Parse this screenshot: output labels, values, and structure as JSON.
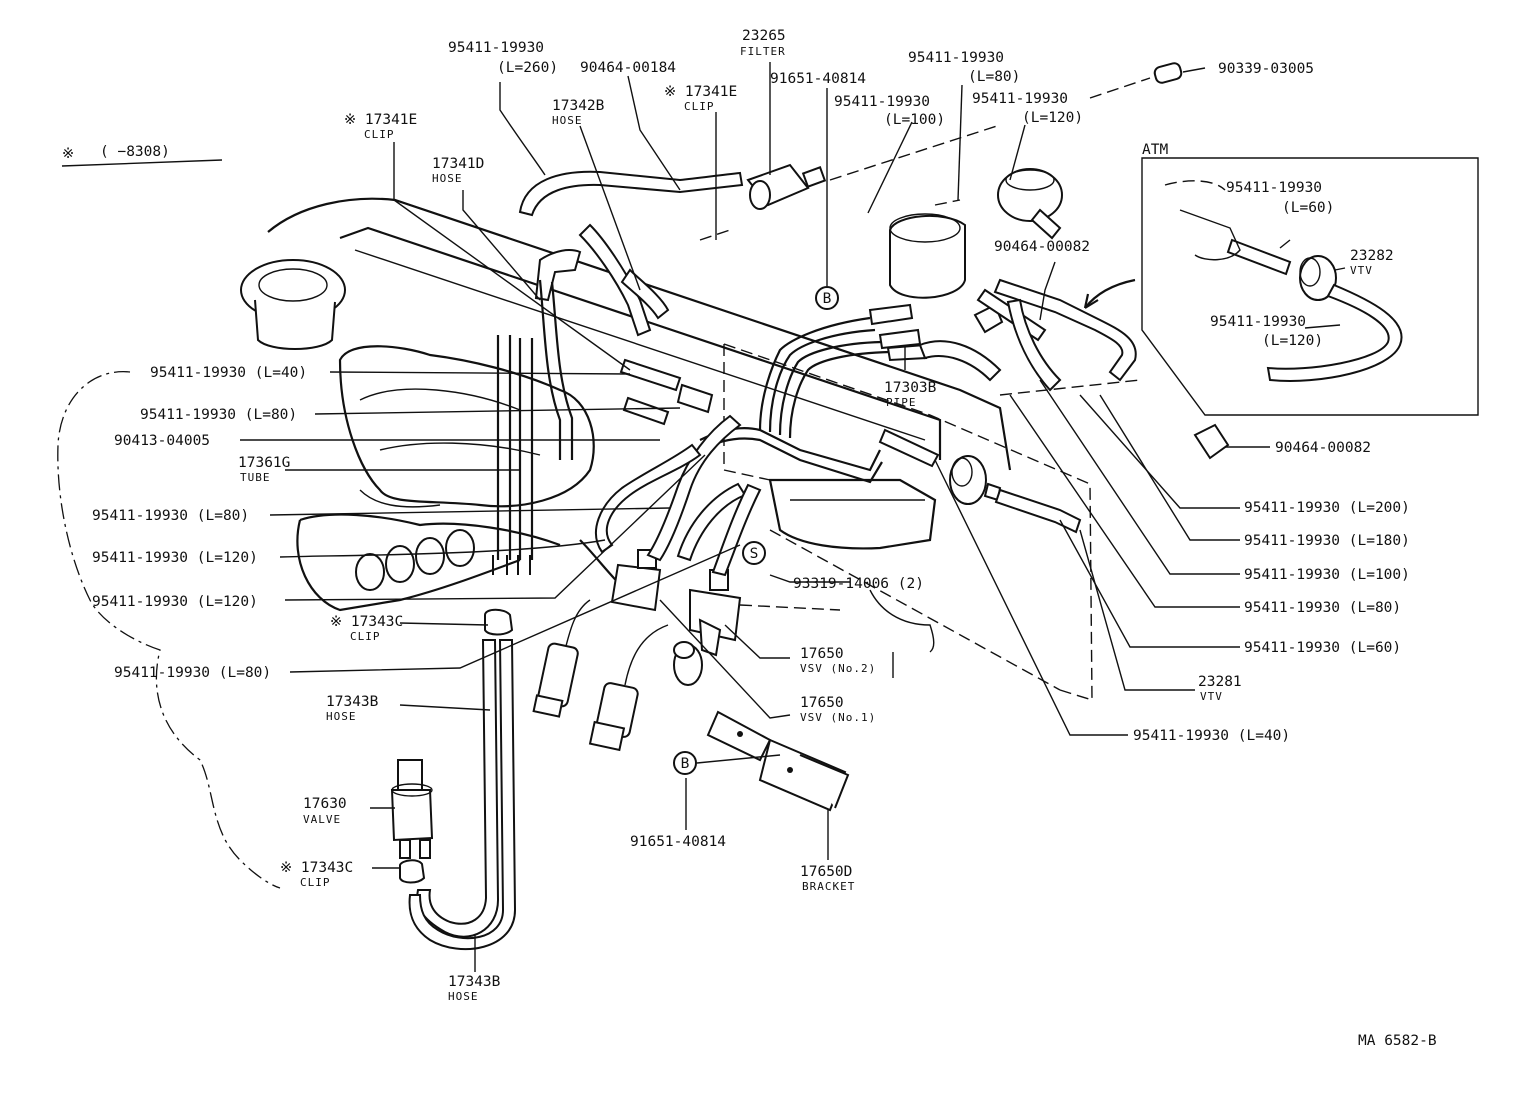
{
  "diagram": {
    "header": {
      "mark": "※",
      "text": "(      −8308)"
    },
    "footer_code": "MA 6582-B",
    "atm_inset": {
      "title": "ATM"
    },
    "circle_b": "B",
    "circle_s": "S",
    "labels": {
      "l01_num": "95411-19930",
      "l01_len": "(L=260)",
      "l02_num": "23265",
      "l02_sub": "FILTER",
      "l03_num": "90464-00184",
      "l04_num": "※ 17341E",
      "l04_sub": "CLIP",
      "l05_num": "91651-40814",
      "l06_num": "95411-19930",
      "l06_len": "(L=80)",
      "l07_num": "90339-03005",
      "l08_num": "95411-19930",
      "l08_len": "(L=100)",
      "l09_num": "95411-19930",
      "l09_len": "(L=120)",
      "l10_num": "17342B",
      "l10_sub": "HOSE",
      "l11_num": "※ 17341E",
      "l11_sub": "CLIP",
      "l12_num": "17341D",
      "l12_sub": "HOSE",
      "l13_num": "95411-19930",
      "l13_len": "(L=60)",
      "l14_num": "23282",
      "l14_sub": "VTV",
      "l15_num": "95411-19930",
      "l15_len": "(L=120)",
      "l16_num": "90464-00082",
      "l17_num": "17303B",
      "l17_sub": "PIPE",
      "l18_text": "95411-19930 (L=40)",
      "l19_text": "95411-19930 (L=80)",
      "l20_text": "90413-04005",
      "l21_num": "17361G",
      "l21_sub": "TUBE",
      "l22_text": "95411-19930 (L=80)",
      "l23_text": "95411-19930 (L=120)",
      "l24_text": "95411-19930 (L=120)",
      "l25_text": "93319-14006 (2)",
      "l26_num": "※ 17343C",
      "l26_sub": "CLIP",
      "l27_text": "95411-19930 (L=80)",
      "l28_num": "17650",
      "l28_sub": "VSV (No.2)",
      "l29_num": "17343B",
      "l29_sub": "HOSE",
      "l30_num": "17650",
      "l30_sub": "VSV (No.1)",
      "l31_num": "17630",
      "l31_sub": "VALVE",
      "l32_text": "91651-40814",
      "l33_num": "17650D",
      "l33_sub": "BRACKET",
      "l34_num": "※ 17343C",
      "l34_sub": "CLIP",
      "l35_num": "17343B",
      "l35_sub": "HOSE",
      "l36_text": "90464-00082",
      "l37_text": "95411-19930 (L=200)",
      "l38_text": "95411-19930 (L=180)",
      "l39_text": "95411-19930 (L=100)",
      "l40_text": "95411-19930 (L=80)",
      "l41_text": "95411-19930 (L=60)",
      "l42_num": "23281",
      "l42_sub": "VTV",
      "l43_text": "95411-19930 (L=40)"
    }
  }
}
